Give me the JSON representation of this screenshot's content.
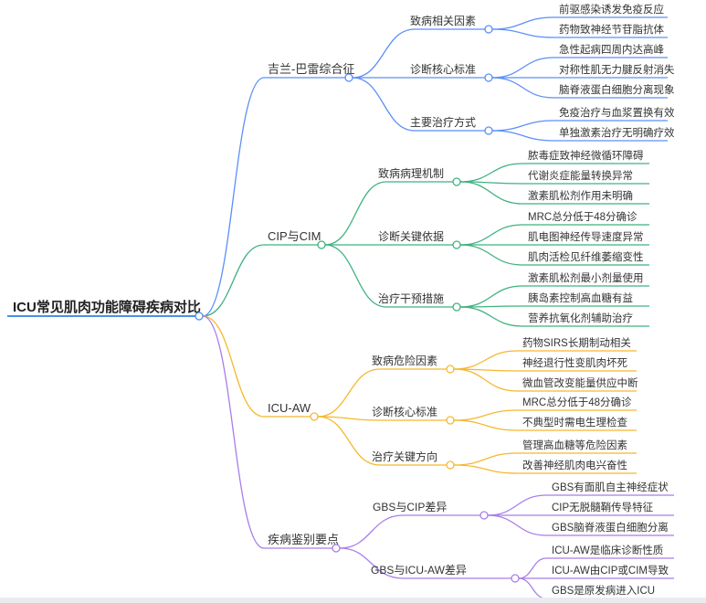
{
  "title": "ICU常见肌肉功能障碍疾病对比",
  "colors": {
    "root": "#4a90e2",
    "branches": [
      "#5b8ff9",
      "#3fb27f",
      "#f5b82e",
      "#a87ee8"
    ]
  },
  "branches": [
    {
      "label": "吉兰-巴雷综合征",
      "children": [
        {
          "label": "致病相关因素",
          "leaves": [
            "前驱感染诱发免疫反应",
            "药物致神经节苷脂抗体"
          ]
        },
        {
          "label": "诊断核心标准",
          "leaves": [
            "急性起病四周内达高峰",
            "对称性肌无力腱反射消失",
            "脑脊液蛋白细胞分离现象"
          ]
        },
        {
          "label": "主要治疗方式",
          "leaves": [
            "免疫治疗与血浆置换有效",
            "单独激素治疗无明确疗效"
          ]
        }
      ]
    },
    {
      "label": "CIP与CIM",
      "children": [
        {
          "label": "致病病理机制",
          "leaves": [
            "脓毒症致神经微循环障碍",
            "代谢炎症能量转换异常",
            "激素肌松剂作用未明确"
          ]
        },
        {
          "label": "诊断关键依据",
          "leaves": [
            "MRC总分低于48分确诊",
            "肌电图神经传导速度异常",
            "肌肉活检见纤维萎缩变性"
          ]
        },
        {
          "label": "治疗干预措施",
          "leaves": [
            "激素肌松剂最小剂量使用",
            "胰岛素控制高血糖有益",
            "营养抗氧化剂辅助治疗"
          ]
        }
      ]
    },
    {
      "label": "ICU-AW",
      "children": [
        {
          "label": "致病危险因素",
          "leaves": [
            "药物SIRS长期制动相关",
            "神经退行性变肌肉坏死",
            "微血管改变能量供应中断"
          ]
        },
        {
          "label": "诊断核心标准",
          "leaves": [
            "MRC总分低于48分确诊",
            "不典型时需电生理检查"
          ]
        },
        {
          "label": "治疗关键方向",
          "leaves": [
            "管理高血糖等危险因素",
            "改善神经肌肉电兴奋性"
          ]
        }
      ]
    },
    {
      "label": "疾病鉴别要点",
      "children": [
        {
          "label": "GBS与CIP差异",
          "leaves": [
            "GBS有面肌自主神经症状",
            "CIP无脱髓鞘传导特征",
            "GBS脑脊液蛋白细胞分离"
          ]
        },
        {
          "label": "GBS与ICU-AW差异",
          "leaves": [
            "ICU-AW是临床诊断性质",
            "ICU-AW由CIP或CIM导致",
            "GBS是原发病进入ICU"
          ]
        }
      ]
    }
  ]
}
